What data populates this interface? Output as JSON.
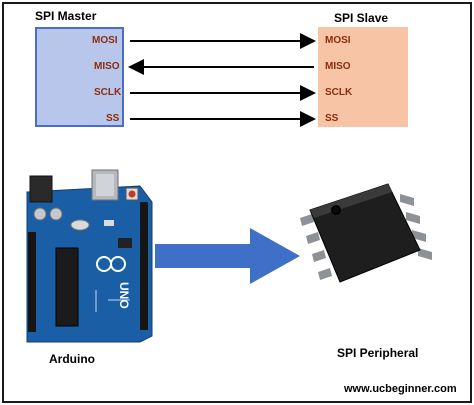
{
  "diagram": {
    "master_title": "SPI Master",
    "slave_title": "SPI Slave",
    "signals": [
      {
        "master": "MOSI",
        "slave": "MOSI",
        "direction": "to-slave"
      },
      {
        "master": "MISO",
        "slave": "MISO",
        "direction": "to-master"
      },
      {
        "master": "SCLK",
        "slave": "SCLK",
        "direction": "to-slave"
      },
      {
        "master": "SS",
        "slave": "SS",
        "direction": "to-slave"
      }
    ],
    "arduino_caption": "Arduino",
    "peripheral_caption": "SPI Peripheral",
    "arduino_board_text": "UNO",
    "website": "www.ucbeginner.com"
  },
  "colors": {
    "master_fill": "#b7c6ea",
    "master_border": "#4a6fc9",
    "slave_fill": "#f8c4a6",
    "pin_text": "#8b2d0e",
    "big_arrow": "#3f70c8",
    "board": "#1a5fa6"
  },
  "icons": {
    "board": "arduino-uno-board",
    "chip": "soic-8-chip-icon"
  }
}
